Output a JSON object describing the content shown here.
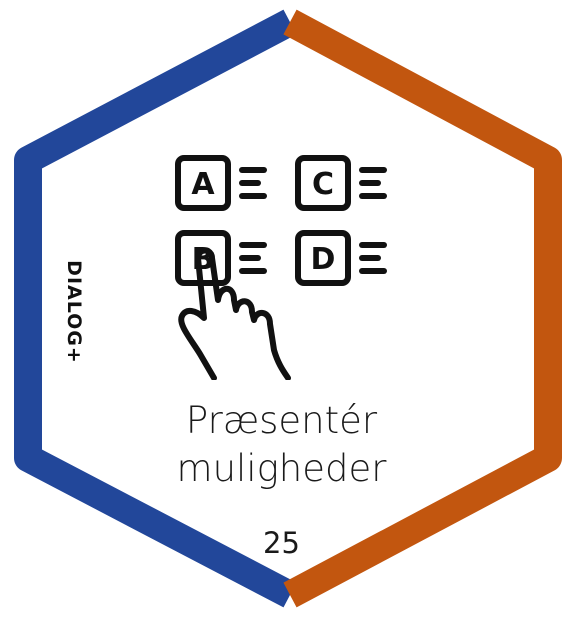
{
  "card": {
    "brand": "DIALOG+",
    "title_line1": "Præsentér",
    "title_line2": "muligheder",
    "number": "25"
  },
  "icon": {
    "name": "multiple-choice-hand-icon",
    "options": [
      "A",
      "C",
      "B",
      "D"
    ]
  },
  "colors": {
    "left_border": "#22479a",
    "right_border": "#c2560f",
    "text": "#1a1a1a"
  }
}
